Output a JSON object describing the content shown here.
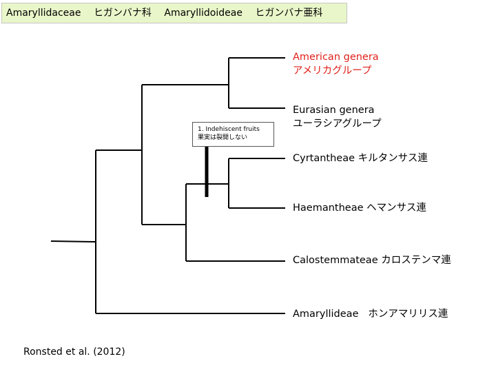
{
  "header": {
    "family_latin": "Amaryllidaceae",
    "family_jp": "ヒガンバナ科",
    "subfamily_latin": "Amaryllidoideae",
    "subfamily_jp": "ヒガンバナ亜科"
  },
  "taxa": [
    {
      "latin": "American genera",
      "jp": "アメリカグループ"
    },
    {
      "latin": "Eurasian genera",
      "jp": "ユーラシアグループ"
    },
    {
      "latin": "Cyrtantheae",
      "jp": "キルタンサス連"
    },
    {
      "latin": "Haemantheae",
      "jp": "ヘマンサス連"
    },
    {
      "latin": "Calostemmateae",
      "jp": "カロステンマ連"
    },
    {
      "latin": "Amaryllideae",
      "jp": "ホンアマリリス連"
    }
  ],
  "annotation": {
    "line1": "1. Indehiscent fruits",
    "line2": "果実は裂開しない"
  },
  "citation": "Ronsted et al. (2012)",
  "colors": {
    "highlight": "#e0201a",
    "header_bg": "#e9f6c9",
    "branch": "#000000"
  }
}
